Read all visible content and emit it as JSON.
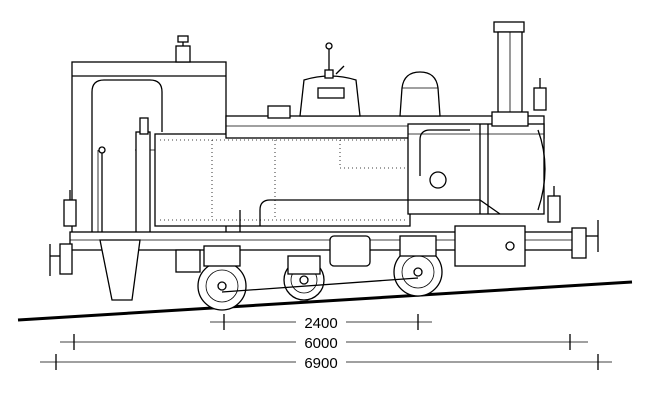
{
  "dimensions": [
    {
      "label": "2400",
      "value": 2400
    },
    {
      "label": "6000",
      "value": 6000
    },
    {
      "label": "6900",
      "value": 6900
    }
  ],
  "colors": {
    "line": "#000000",
    "background": "#ffffff"
  }
}
